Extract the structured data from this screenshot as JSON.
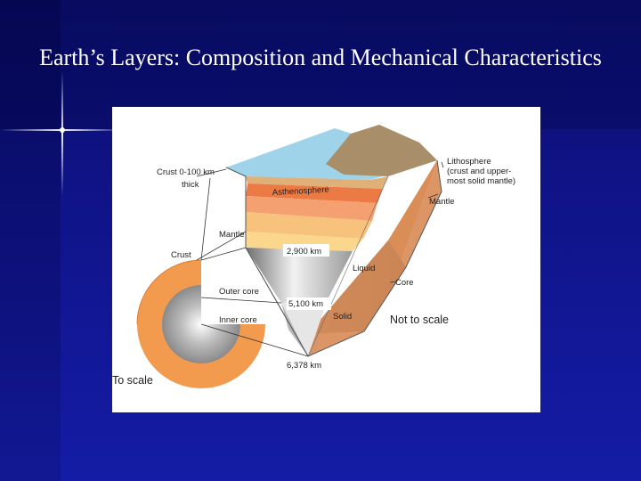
{
  "slide": {
    "title": "Earth’s Layers: Composition and Mechanical Characteristics"
  },
  "diagram": {
    "labels": {
      "crust_thickness_line1": "Crust 0-100 km",
      "crust_thickness_line2": "thick",
      "lithosphere_line1": "Lithosphere",
      "lithosphere_line2": "(crust and upper-",
      "lithosphere_line3": "most solid mantle)",
      "asthenosphere": "Asthenosphere",
      "mantle_right": "Mantle",
      "mantle_left": "Mantle",
      "crust": "Crust",
      "depth_2900": "2,900 km",
      "liquid": "Liquid",
      "outer_core": "Outer core",
      "core": "Core",
      "depth_5100": "5,100 km",
      "solid": "Solid",
      "inner_core": "Inner core",
      "not_to_scale": "Not to scale",
      "depth_6378": "6,378 km",
      "to_scale": "To scale"
    },
    "colors": {
      "ocean": "#9fd3ea",
      "land": "#a88f6a",
      "crust_band": "#e0b079",
      "asthenosphere": "#ec7a45",
      "upper_mantle": "#f4a070",
      "mantle": "#f7c27c",
      "lower_mantle": "#fbd68d",
      "outer_core": "#b8b8b8",
      "inner_core": "#8f8f8f",
      "section_orange": "#f29a4e"
    }
  }
}
